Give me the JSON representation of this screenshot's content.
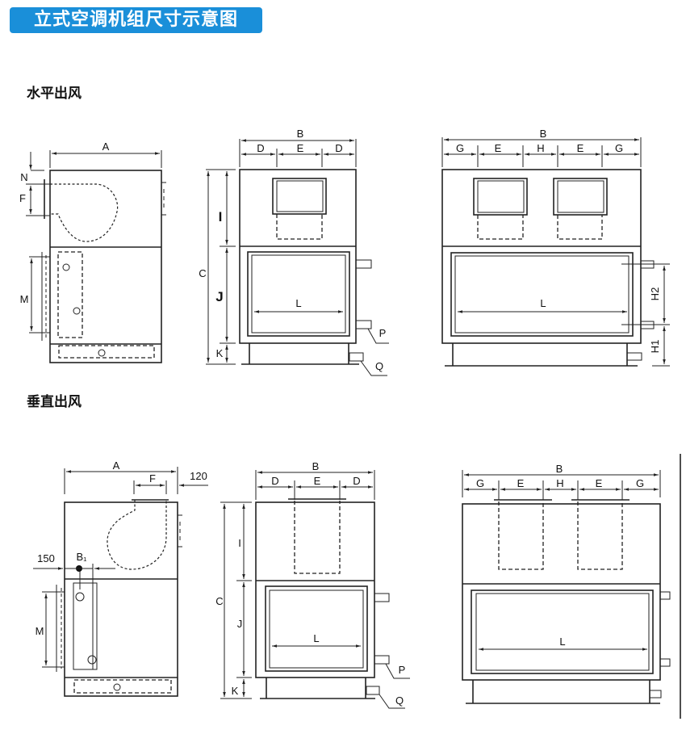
{
  "title": "立式空调机组尺寸示意图",
  "colors": {
    "banner": "#1a8fd9",
    "banner_text": "#ffffff",
    "line": "#222222"
  },
  "sections": [
    {
      "heading": "水平出风",
      "side_view": {
        "labels": {
          "A": "A",
          "N": "N",
          "F": "F",
          "M": "M"
        }
      },
      "front_single": {
        "labels": {
          "B": "B",
          "D1": "D",
          "E": "E",
          "D2": "D",
          "C": "C",
          "I": "I",
          "J": "J",
          "K": "K",
          "L": "L",
          "P": "P",
          "Q": "Q"
        }
      },
      "front_double": {
        "labels": {
          "B": "B",
          "G1": "G",
          "E1": "E",
          "H": "H",
          "E2": "E",
          "G2": "G",
          "L": "L",
          "H2": "H2",
          "H1": "H1"
        }
      }
    },
    {
      "heading": "垂直出风",
      "side_view": {
        "labels": {
          "A": "A",
          "F": "F",
          "d120": "120",
          "d150": "150",
          "B1": "B₁",
          "M": "M"
        }
      },
      "front_single": {
        "labels": {
          "B": "B",
          "D1": "D",
          "E": "E",
          "D2": "D",
          "C": "C",
          "I": "I",
          "J": "J",
          "K": "K",
          "L": "L",
          "P": "P",
          "Q": "Q"
        }
      },
      "front_double": {
        "labels": {
          "B": "B",
          "G1": "G",
          "E1": "E",
          "H": "H",
          "E2": "E",
          "G2": "G",
          "L": "L"
        }
      }
    }
  ]
}
